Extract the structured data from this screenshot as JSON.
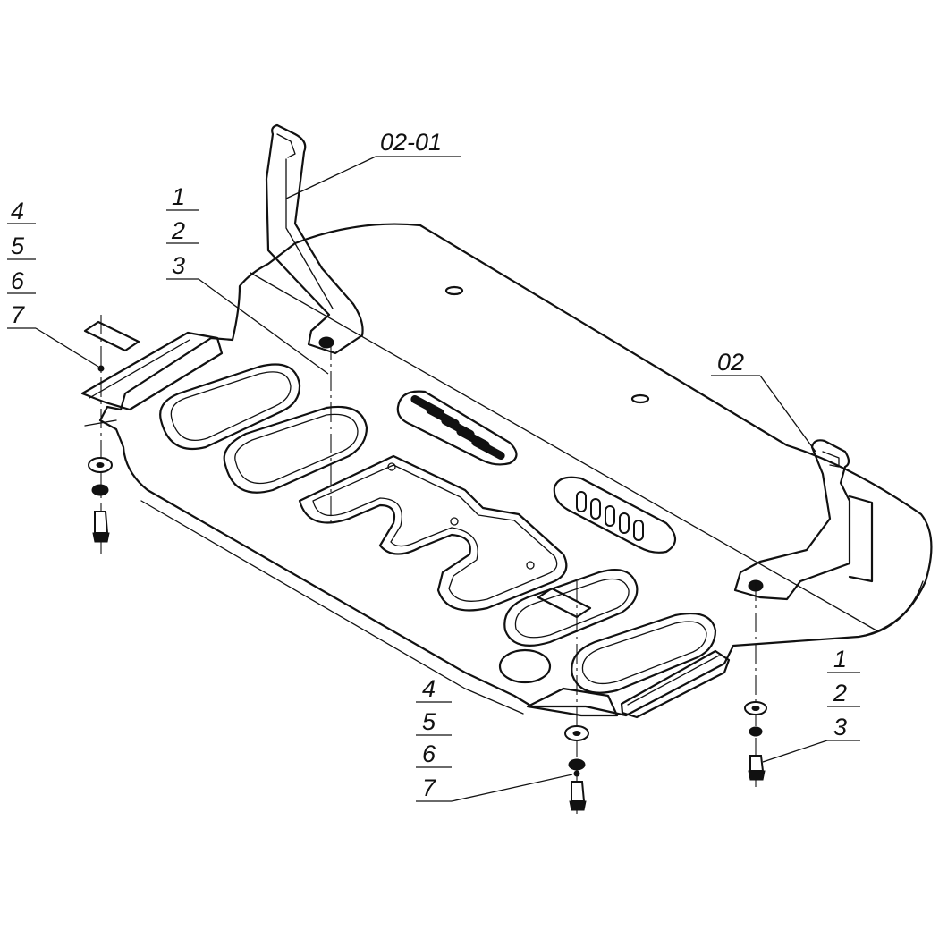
{
  "callouts": {
    "left_stack": [
      "4",
      "5",
      "6",
      "7"
    ],
    "upper_mid_stack": [
      "1",
      "2",
      "3"
    ],
    "bottom_center_stack": [
      "4",
      "5",
      "6",
      "7"
    ],
    "bottom_right_stack": [
      "1",
      "2",
      "3"
    ],
    "bracket_label": "02-01",
    "right_bracket_label": "02"
  }
}
